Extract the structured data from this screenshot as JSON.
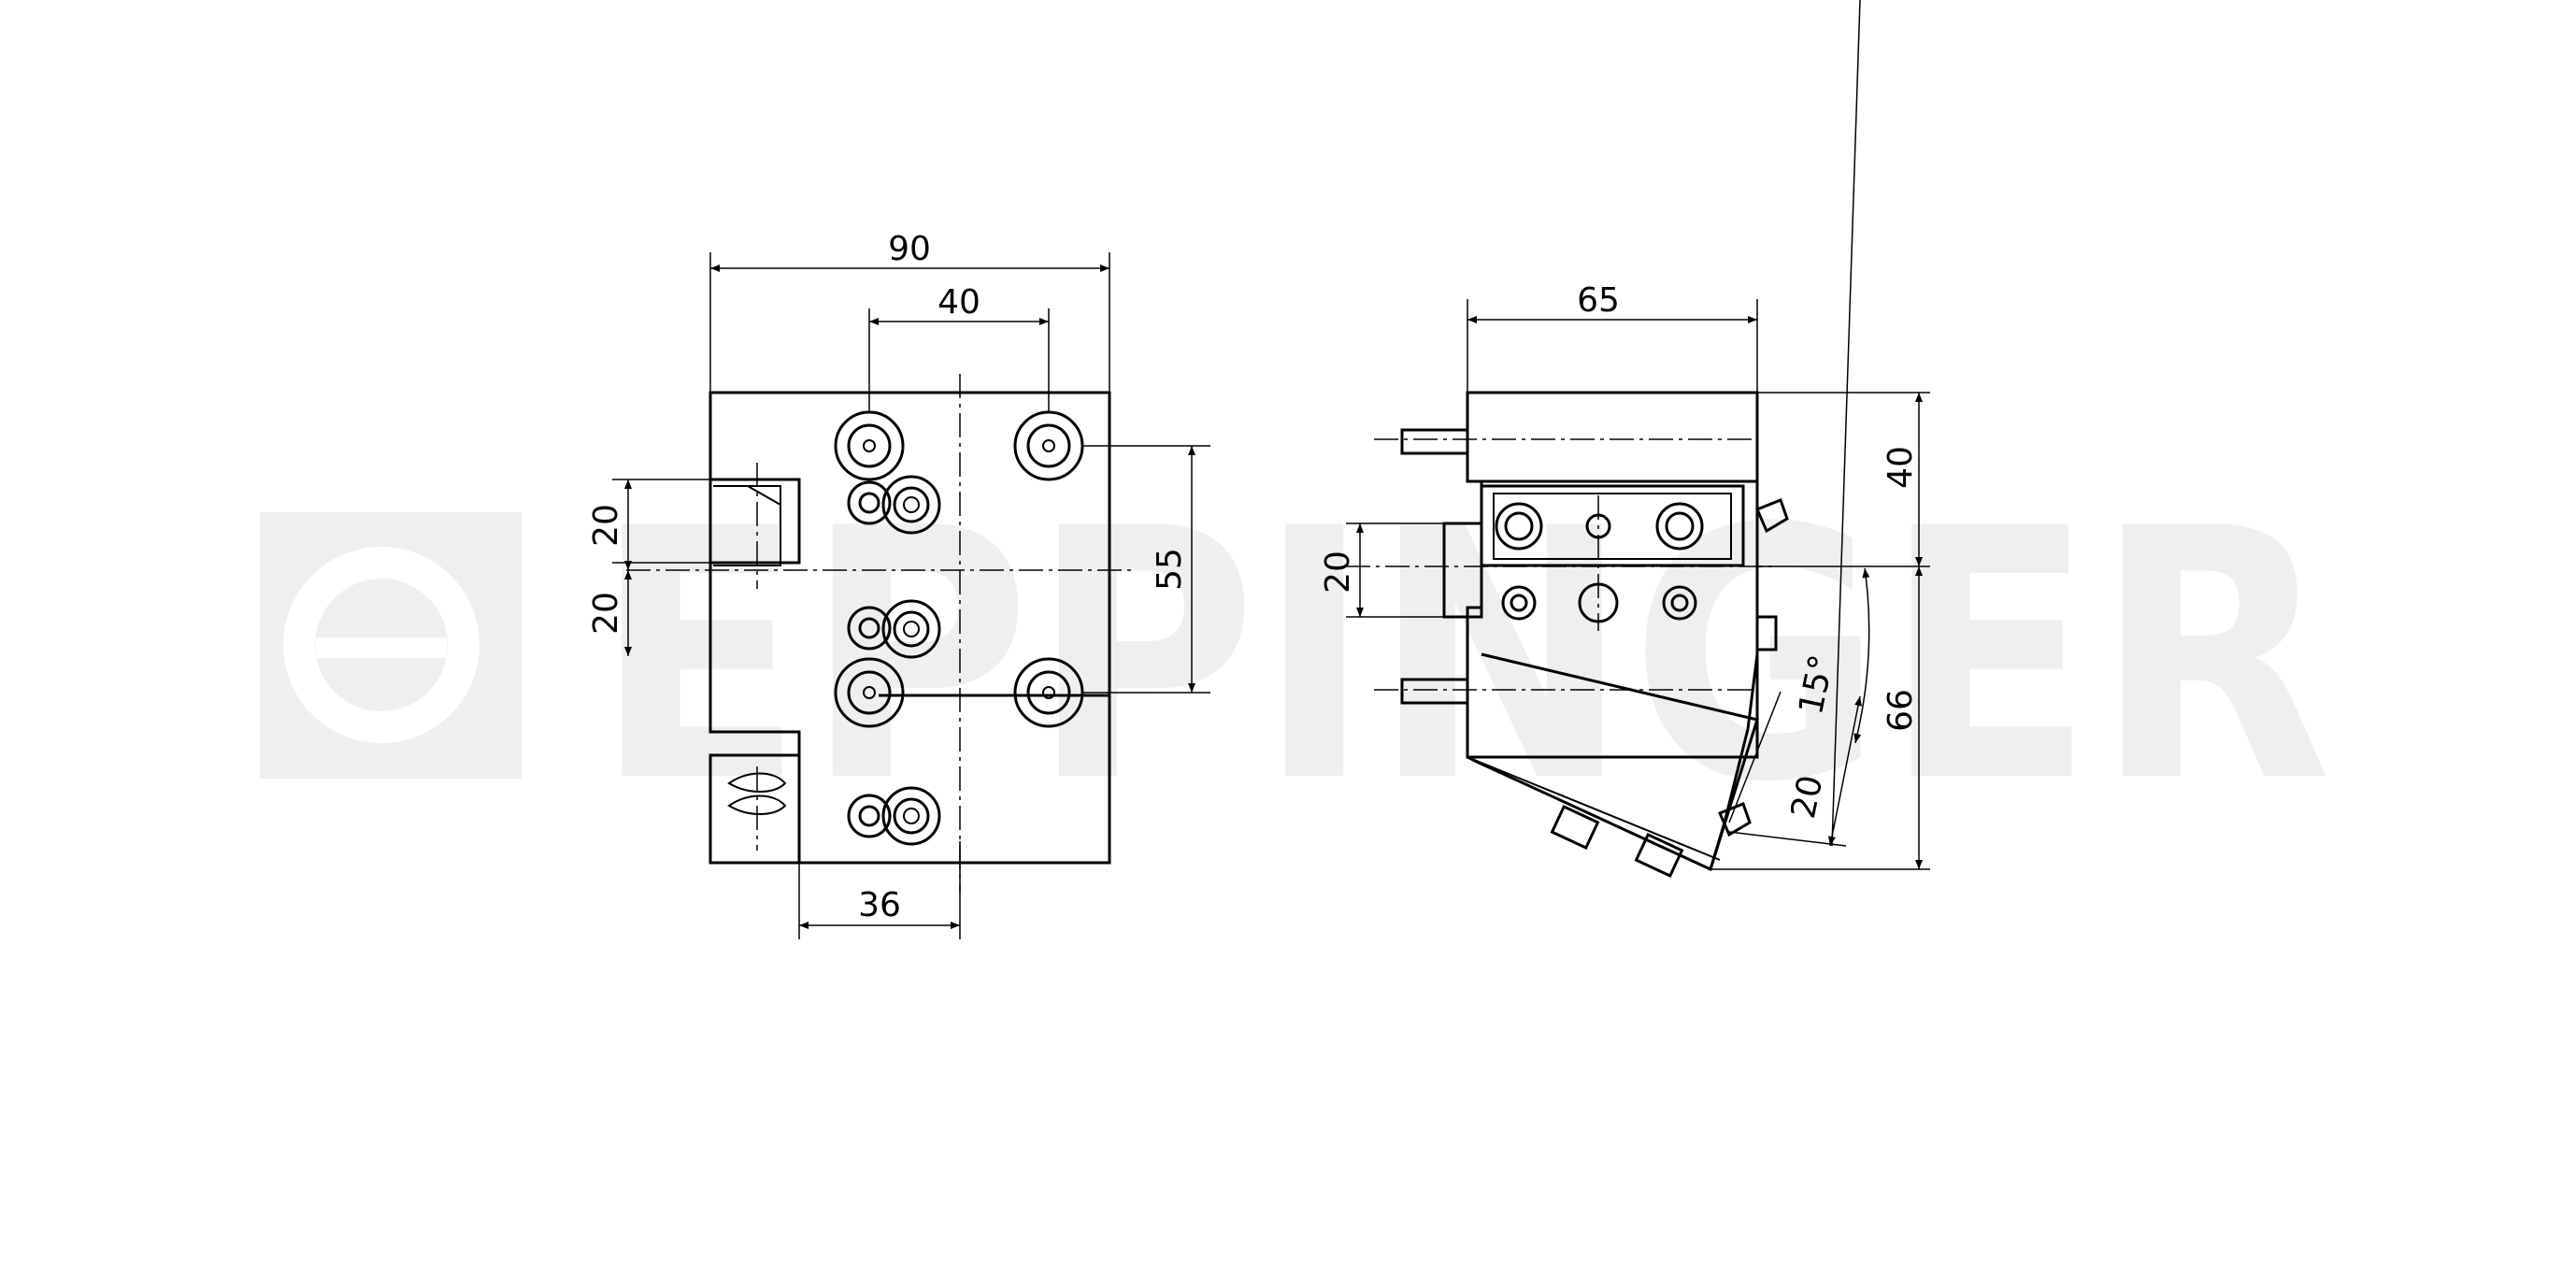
{
  "watermark": {
    "brand": "EPPINGER",
    "color": "#efefef"
  },
  "front_view": {
    "dimensions": {
      "overall_width": "90",
      "bolt_spacing": "40",
      "height_spacing": "55",
      "offset_top": "20",
      "offset_bottom": "20",
      "bottom_offset": "36"
    }
  },
  "side_view": {
    "dimensions": {
      "overall_width": "65",
      "top_height": "40",
      "bottom_height": "66",
      "center_offset": "20",
      "angle": "15°",
      "tool_offset": "20"
    }
  },
  "colors": {
    "line": "#000000",
    "background": "#ffffff"
  }
}
